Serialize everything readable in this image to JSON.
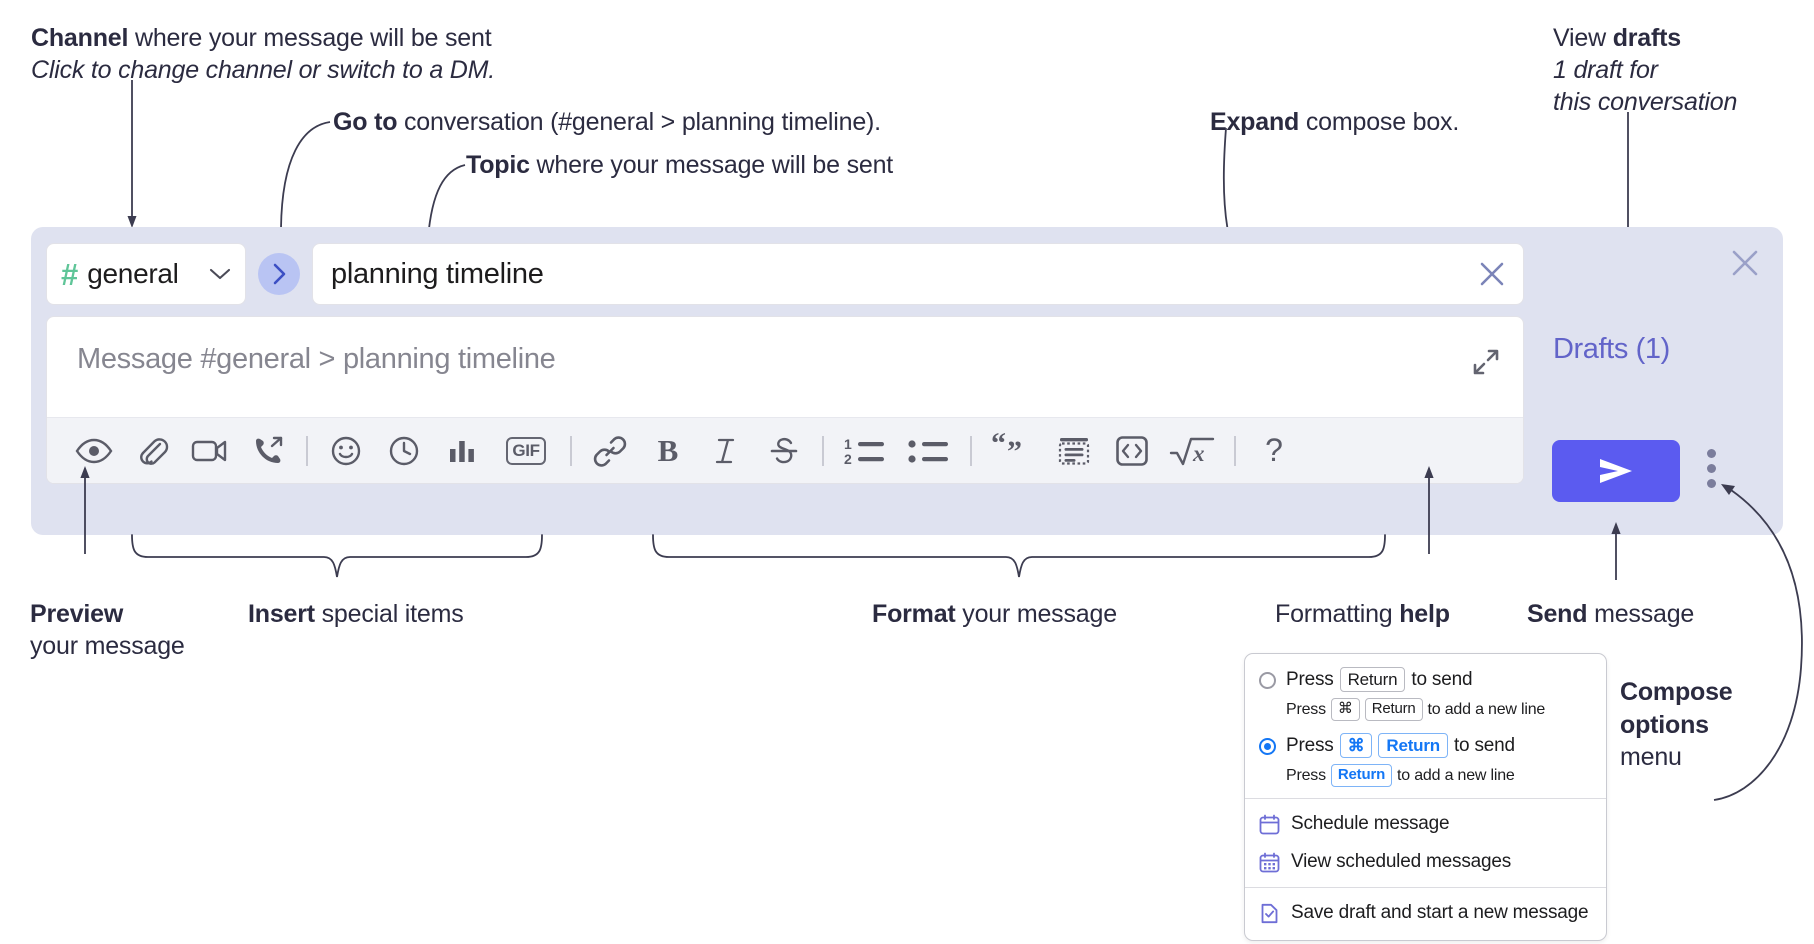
{
  "annotations": {
    "channel": {
      "bold": "Channel",
      "rest": " where your message will be sent",
      "italic": "Click to change channel or switch to a DM."
    },
    "goto": {
      "bold": "Go to",
      "rest": " conversation (#general > planning timeline)."
    },
    "topic": {
      "bold": "Topic",
      "rest": " where your message will be sent"
    },
    "expand": {
      "bold": "Expand",
      "rest": " compose box."
    },
    "drafts": {
      "normal": "View ",
      "bold": "drafts",
      "italic1": "1 draft for",
      "italic2": "this conversation"
    },
    "preview": {
      "bold": "Preview",
      "rest": "your message"
    },
    "insert": {
      "bold": "Insert",
      "rest": " special items"
    },
    "format": {
      "bold": "Format",
      "rest": " your message"
    },
    "help": {
      "normal": "Formatting ",
      "bold": "help"
    },
    "send": {
      "bold": "Send",
      "rest": " message"
    },
    "compose_options": {
      "bold1": "Compose",
      "bold2": "options",
      "rest": "menu"
    }
  },
  "compose": {
    "channel_name": "general",
    "channel_hash": "#",
    "topic_value": "planning timeline",
    "message_placeholder": "Message #general > planning timeline",
    "drafts_label": "Drafts (1)",
    "toolbar": [
      {
        "name": "preview-icon",
        "label": "Preview"
      },
      {
        "name": "attach-icon",
        "label": "Attach file"
      },
      {
        "name": "video-icon",
        "label": "Record video clip"
      },
      {
        "name": "huddle-icon",
        "label": "Start a call"
      },
      {
        "name": "emoji-icon",
        "label": "Emoji"
      },
      {
        "name": "clock-icon",
        "label": "Reminder"
      },
      {
        "name": "poll-icon",
        "label": "Poll"
      },
      {
        "name": "gif-icon",
        "label": "GIF"
      },
      {
        "name": "link-icon",
        "label": "Link"
      },
      {
        "name": "bold-icon",
        "label": "B"
      },
      {
        "name": "italic-icon",
        "label": "I"
      },
      {
        "name": "strikethrough-icon",
        "label": "Strikethrough"
      },
      {
        "name": "ordered-list-icon",
        "label": "Ordered list"
      },
      {
        "name": "bulleted-list-icon",
        "label": "Bulleted list"
      },
      {
        "name": "blockquote-icon",
        "label": "Blockquote"
      },
      {
        "name": "code-block-icon",
        "label": "Code block"
      },
      {
        "name": "inline-code-icon",
        "label": "Code"
      },
      {
        "name": "math-icon",
        "label": "Math"
      },
      {
        "name": "help-icon",
        "label": "?"
      }
    ],
    "gif_label": "GIF",
    "bold_label": "B",
    "italic_label": "I",
    "help_label": "?"
  },
  "compose_menu": {
    "option1": {
      "selected": false,
      "pre": "Press",
      "key": "Return",
      "post": "to send",
      "sub_pre": "Press",
      "sub_key1": "⌘",
      "sub_key2": "Return",
      "sub_post": "to add a new line"
    },
    "option2": {
      "selected": true,
      "pre": "Press",
      "key1": "⌘",
      "key2": "Return",
      "post": "to send",
      "sub_pre": "Press",
      "sub_key": "Return",
      "sub_post": "to add a new line"
    },
    "items": [
      {
        "icon": "calendar-schedule-icon",
        "label": "Schedule message"
      },
      {
        "icon": "calendar-grid-icon",
        "label": "View scheduled messages"
      },
      {
        "icon": "save-draft-icon",
        "label": "Save draft and start a new message"
      }
    ]
  },
  "colors": {
    "panel_bg": "#dfe2f0",
    "send_button": "#5b5bf0",
    "accent_link": "#6264c9",
    "hash_green": "#5fc598",
    "goto_circle": "#b9c4f3",
    "radio_blue": "#1477f5",
    "menu_icon": "#6e6ed6"
  }
}
